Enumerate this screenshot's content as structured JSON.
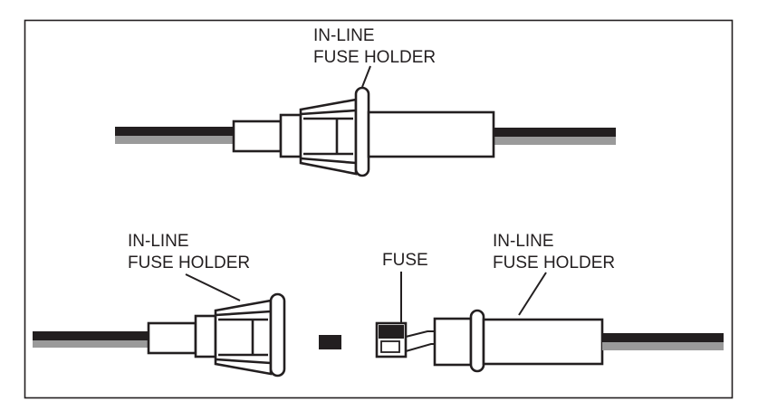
{
  "labels": {
    "top_holder": [
      "IN-LINE",
      "FUSE HOLDER"
    ],
    "left_holder": [
      "IN-LINE",
      "FUSE HOLDER"
    ],
    "fuse": "FUSE",
    "right_holder": [
      "IN-LINE",
      "FUSE HOLDER"
    ]
  },
  "colors": {
    "stroke": "#231f20",
    "wire_dark": "#231f20",
    "wire_gray": "#9a9a9a",
    "background": "#ffffff"
  }
}
